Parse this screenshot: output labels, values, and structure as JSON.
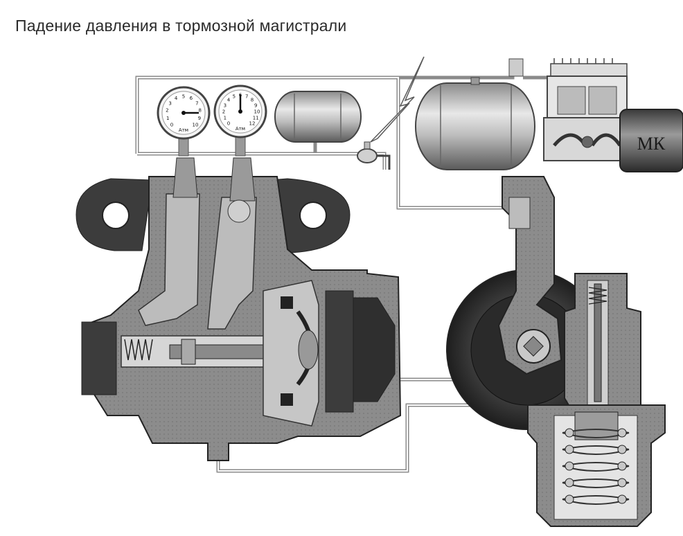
{
  "title": "Падение давления в тормозной магистрали",
  "compressor_label": "МК",
  "gauge_left": {
    "unit": "Атм",
    "scale": [
      "0",
      "1",
      "2",
      "3",
      "4",
      "5",
      "6",
      "7",
      "8",
      "9",
      "10"
    ]
  },
  "gauge_right": {
    "unit": "Атм",
    "scale": [
      "0",
      "1",
      "2",
      "3",
      "4",
      "5",
      "6",
      "7",
      "8",
      "9",
      "10",
      "11",
      "12"
    ]
  },
  "colors": {
    "body": "#7a7a7a",
    "body_dark": "#3a3a3a",
    "channel": "#b8b8b8",
    "pipe": "#9a9a9a",
    "spring": "#c8c8c8"
  }
}
